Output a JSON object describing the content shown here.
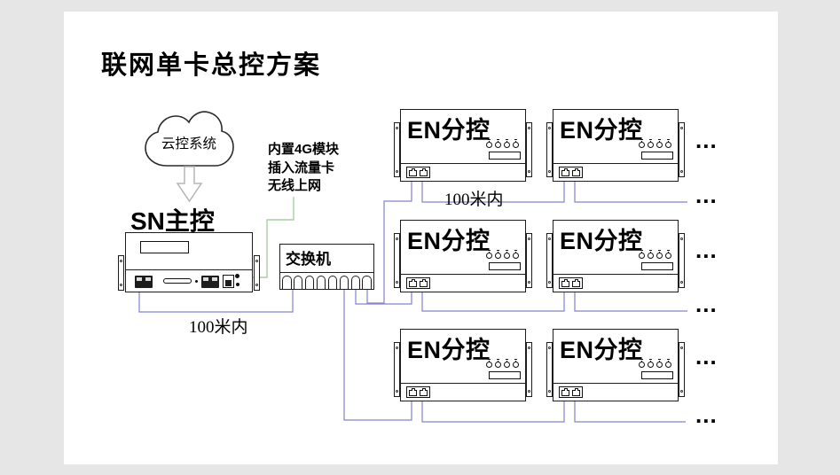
{
  "colors": {
    "page-bg": "#e6e6e6",
    "canvas": "#ffffff",
    "wire-blue": "#8383cf",
    "wire-green": "#a9cfa2",
    "outline": "#1d1d1d",
    "arrow-gray": "#b5b5b5"
  },
  "title": "联网单卡总控方案",
  "cloud": {
    "label": "云控系统"
  },
  "master": {
    "label": "SN主控"
  },
  "annotation": {
    "lines": [
      "内置4G模块",
      "插入流量卡",
      "无线上网"
    ]
  },
  "switch": {
    "label": "交换机"
  },
  "controller": {
    "label": "EN分控"
  },
  "labels": {
    "distance": "100米内",
    "ellipsis": "..."
  }
}
